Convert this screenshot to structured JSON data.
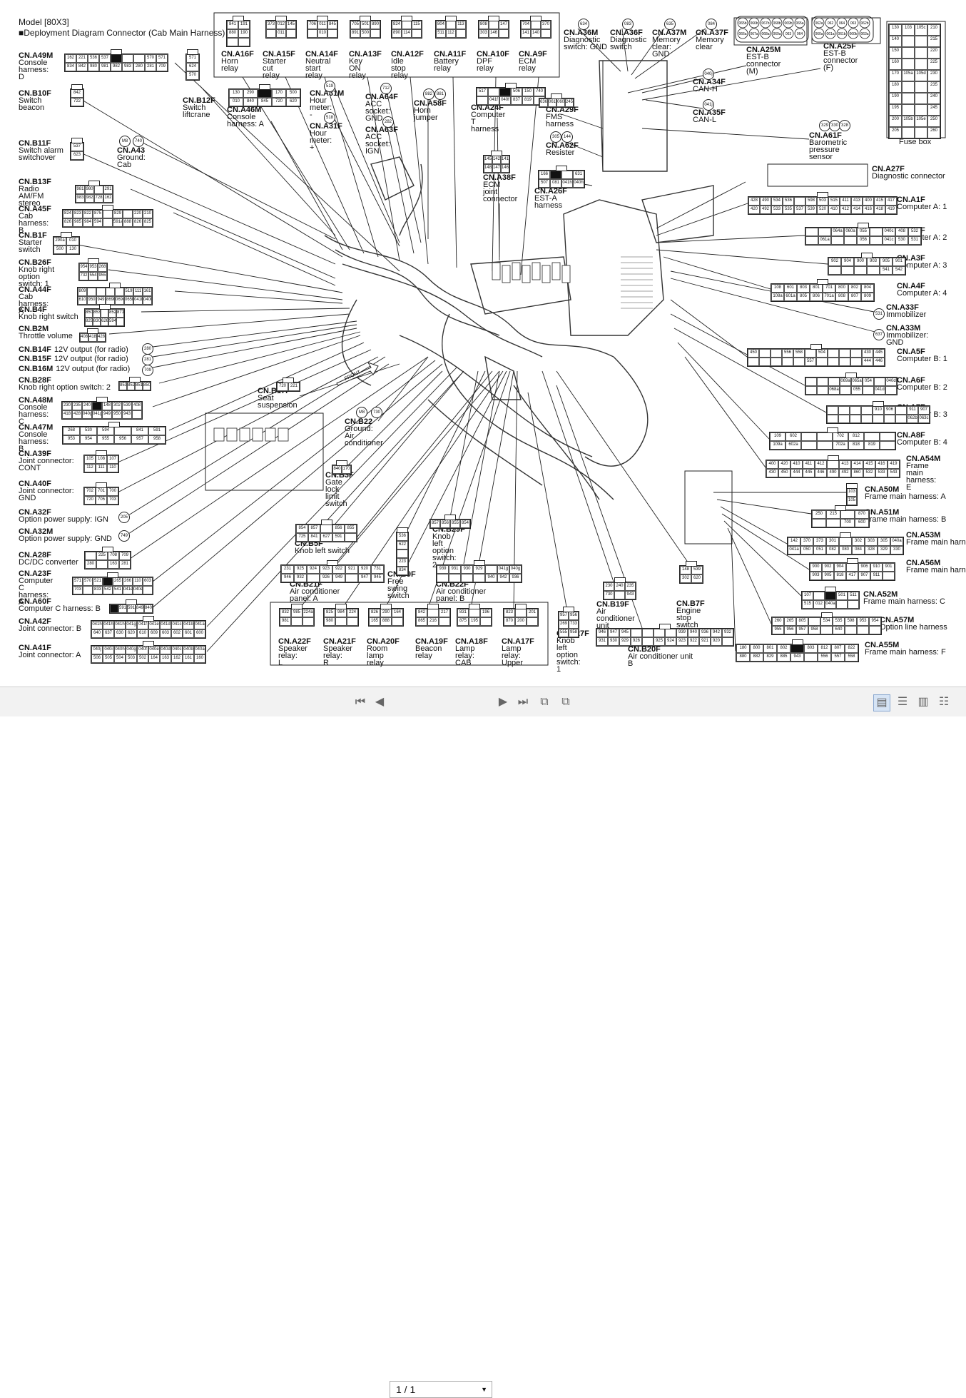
{
  "title": "Model [80X3]",
  "subtitle": "■Deployment Diagram Connector (Cab Main Harness)",
  "fuse_box_label": "Fuse box",
  "front_label": "FRONT",
  "pager": {
    "page": "1 / 1"
  },
  "connectors": [
    {
      "id": "CN.A49M",
      "desc": "Console harness: D"
    },
    {
      "id": "CN.B10F",
      "desc": "Switch beacon"
    },
    {
      "id": "CN.B11F",
      "desc": "Switch alarm switchover"
    },
    {
      "id": "CN.B13F",
      "desc": "Radio AM/FM stereo"
    },
    {
      "id": "CN.A45F",
      "desc": "Cab harness: B"
    },
    {
      "id": "CN.B1F",
      "desc": "Starter switch"
    },
    {
      "id": "CN.B26F",
      "desc": "Knob right option switch: 1"
    },
    {
      "id": "CN.A44F",
      "desc": "Cab harness: A"
    },
    {
      "id": "CN.B4F",
      "desc": "Knob right switch"
    },
    {
      "id": "CN.B2M",
      "desc": "Throttle volume"
    },
    {
      "id": "CN.B14F",
      "desc": "12V output (for radio)"
    },
    {
      "id": "CN.B15F",
      "desc": "12V output (for radio)"
    },
    {
      "id": "CN.B16M",
      "desc": "12V output (for radio)"
    },
    {
      "id": "CN.B28F",
      "desc": "Knob right option switch: 2"
    },
    {
      "id": "CN.A48M",
      "desc": "Console harness: C"
    },
    {
      "id": "CN.A47M",
      "desc": "Console harness: B"
    },
    {
      "id": "CN.A39F",
      "desc": "Joint connector: CONT"
    },
    {
      "id": "CN.A40F",
      "desc": "Joint connector: GND"
    },
    {
      "id": "CN.A32F",
      "desc": "Option power supply: IGN"
    },
    {
      "id": "CN.A32M",
      "desc": "Option power supply: GND"
    },
    {
      "id": "CN.A28F",
      "desc": "DC/DC converter"
    },
    {
      "id": "CN.A23F",
      "desc": "Computer C harness: A"
    },
    {
      "id": "CN.A60F",
      "desc": "Computer C harness: B"
    },
    {
      "id": "CN.A42F",
      "desc": "Joint connector: B"
    },
    {
      "id": "CN.A41F",
      "desc": "Joint connector: A"
    },
    {
      "id": "CN.B12F",
      "desc": "Switch liftcrane"
    },
    {
      "id": "CN.A43",
      "desc": "Ground: Cab"
    },
    {
      "id": "CN.A16F",
      "desc": "Horn relay"
    },
    {
      "id": "CN.A15F",
      "desc": "Starter cut relay"
    },
    {
      "id": "CN.A14F",
      "desc": "Neutral start relay"
    },
    {
      "id": "CN.A13F",
      "desc": "Key ON relay"
    },
    {
      "id": "CN.A12F",
      "desc": "Idle stop relay"
    },
    {
      "id": "CN.A11F",
      "desc": "Battery relay"
    },
    {
      "id": "CN.A10F",
      "desc": "DPF relay"
    },
    {
      "id": "CN.A9F",
      "desc": "ECM relay"
    },
    {
      "id": "CN.A46M",
      "desc": "Console harness: A"
    },
    {
      "id": "CN.A31M",
      "desc": "Hour meter: -"
    },
    {
      "id": "CN.A31F",
      "desc": "Hour meter: +"
    },
    {
      "id": "CN.A64F",
      "desc": "ACC socket: GND"
    },
    {
      "id": "CN.A63F",
      "desc": "ACC socket: IGN"
    },
    {
      "id": "CN.A58F",
      "desc": "Horn jumper"
    },
    {
      "id": "CN.A24F",
      "desc": "Computer T harness"
    },
    {
      "id": "CN.A38F",
      "desc": "ECM joint connector"
    },
    {
      "id": "CN.A36M",
      "desc": "Diagnostic switch: GND"
    },
    {
      "id": "CN.A36F",
      "desc": "Diagnostic switch"
    },
    {
      "id": "CN.A37M",
      "desc": "Memory clear: GND"
    },
    {
      "id": "CN.A37F",
      "desc": "Memory clear"
    },
    {
      "id": "CN.A29F",
      "desc": "FMS harness"
    },
    {
      "id": "CN.A62F",
      "desc": "Resister"
    },
    {
      "id": "CN.A26F",
      "desc": "EST-A harness"
    },
    {
      "id": "CN.A34F",
      "desc": "CAN-H"
    },
    {
      "id": "CN.A35F",
      "desc": "CAN-L"
    },
    {
      "id": "CN.A25M",
      "desc": "EST-B connector (M)"
    },
    {
      "id": "CN.A25F",
      "desc": "EST-B connector (F)"
    },
    {
      "id": "CN.A61F",
      "desc": "Barometric pressure sensor"
    },
    {
      "id": "CN.A27F",
      "desc": "Diagnostic connector"
    },
    {
      "id": "CN.A1F",
      "desc": "Computer A: 1"
    },
    {
      "id": "CN.A2F",
      "desc": "Computer A: 2"
    },
    {
      "id": "CN.A3F",
      "desc": "Computer A: 3"
    },
    {
      "id": "CN.A4F",
      "desc": "Computer A: 4"
    },
    {
      "id": "CN.A33F",
      "desc": "Immobilizer"
    },
    {
      "id": "CN.A33M",
      "desc": "Immobilizer: GND"
    },
    {
      "id": "CN.A5F",
      "desc": "Computer B: 1"
    },
    {
      "id": "CN.A6F",
      "desc": "Computer B: 2"
    },
    {
      "id": "CN.A7F",
      "desc": "Computer B: 3"
    },
    {
      "id": "CN.A8F",
      "desc": "Computer B: 4"
    },
    {
      "id": "CN.A54M",
      "desc": "Frame main harness: E"
    },
    {
      "id": "CN.A50M",
      "desc": "Frame main harness: A"
    },
    {
      "id": "CN.A51M",
      "desc": "Frame main harness: B"
    },
    {
      "id": "CN.A53M",
      "desc": "Frame main harness: D"
    },
    {
      "id": "CN.A56M",
      "desc": "Frame main harness: G"
    },
    {
      "id": "CN.A52M",
      "desc": "Frame main harness: C"
    },
    {
      "id": "CN.A57M",
      "desc": "Option line harness"
    },
    {
      "id": "CN.A55M",
      "desc": "Frame main harness: F"
    },
    {
      "id": "CN.B17F",
      "desc": "Seat suspension"
    },
    {
      "id": "CN.B22",
      "desc": "Ground: Air conditioner"
    },
    {
      "id": "CN.B3F",
      "desc": "Gate lock limit switch"
    },
    {
      "id": "CN.B5F",
      "desc": "Knob left switch"
    },
    {
      "id": "CN.B29F",
      "desc": "Knob left option switch: 2"
    },
    {
      "id": "CN.B9F",
      "desc": "Free swing switch"
    },
    {
      "id": "CN.B21F",
      "desc": "Air conditioner panel: A"
    },
    {
      "id": "CN.B22F",
      "desc": "Air conditioner panel: B"
    },
    {
      "id": "CN.B19F",
      "desc": "Air conditioner unit A"
    },
    {
      "id": "CN.B7F",
      "desc": "Engine stop switch"
    },
    {
      "id": "CN.B27F",
      "desc": "Knob left option switch: 1"
    },
    {
      "id": "CN.B20F",
      "desc": "Air conditioner unit B"
    },
    {
      "id": "CN.A22F",
      "desc": "Speaker relay: L"
    },
    {
      "id": "CN.A21F",
      "desc": "Speaker relay: R"
    },
    {
      "id": "CN.A20F",
      "desc": "Room lamp relay"
    },
    {
      "id": "CN.A19F",
      "desc": "Beacon relay"
    },
    {
      "id": "CN.A18F",
      "desc": "Lamp relay: CAB"
    },
    {
      "id": "CN.A17F",
      "desc": "Lamp relay: Upper"
    }
  ],
  "pins": {
    "A49M": [
      "162",
      "221",
      "536",
      "537",
      "",
      "",
      "",
      "570",
      "571",
      "834",
      "842",
      "980",
      "981",
      "982",
      "983",
      "280",
      "281",
      "709"
    ],
    "B10F": [
      "842",
      "722"
    ],
    "B11F": [
      "537",
      "623"
    ],
    "B13F": [
      "981",
      "980",
      "",
      "291",
      "983",
      "982",
      "728",
      "162"
    ],
    "A45F": [
      "824",
      "823",
      "822",
      "875",
      "",
      "829",
      "",
      "220",
      "210",
      "826",
      "985",
      "984",
      "594",
      "",
      "591a",
      "888",
      "826",
      "825"
    ],
    "B1F": [
      "290a",
      "010",
      "500",
      "130"
    ],
    "B26F": [
      "954",
      "953",
      "268",
      "732",
      "554",
      "955"
    ],
    "A44F": [
      "809",
      "",
      "",
      "",
      "",
      "519",
      "111",
      "161",
      "610",
      "950",
      "949",
      "869b",
      "069c",
      "065b",
      "041b",
      "040b"
    ],
    "B4F": [
      "850",
      "853",
      "",
      "852",
      "871",
      "825",
      "830",
      "626",
      "594"
    ],
    "B2M": [
      "408",
      "418",
      "428"
    ],
    "B28F": [
      "853",
      "852",
      "851",
      "850"
    ],
    "A48M": [
      "230",
      "235",
      "240",
      "",
      "148",
      "302",
      "539",
      "408",
      "418",
      "428",
      "040g",
      "041g",
      "949",
      "950",
      "943"
    ],
    "A47M": [
      "268",
      "530",
      "594",
      "",
      "841",
      "591",
      "953",
      "954",
      "955",
      "956",
      "957",
      "958"
    ],
    "A39F": [
      "105",
      "108",
      "107",
      "112",
      "111",
      "110"
    ],
    "A40F": [
      "702",
      "701",
      "700",
      "720",
      "705",
      "703"
    ],
    "A28F": [
      "",
      "225",
      "708",
      "709",
      "280",
      "",
      "163",
      "281"
    ],
    "A23F": [
      "571",
      "570",
      "521",
      "",
      "265",
      "266",
      "110",
      "603",
      "703",
      "",
      "833",
      "542",
      "541",
      "041e",
      "040e"
    ],
    "A60F": [
      "",
      "591a",
      "591",
      "849a",
      "840"
    ],
    "A42F": [
      "041h",
      "041h",
      "041h",
      "041g",
      "041f",
      "041e",
      "041d",
      "041c",
      "041b",
      "041a",
      "640",
      "637",
      "630",
      "620",
      "610",
      "609",
      "603",
      "602",
      "601",
      "600"
    ],
    "A41F": [
      "040j",
      "040i",
      "040h",
      "040g",
      "040f",
      "040e",
      "040d",
      "040c",
      "040b",
      "040a",
      "506",
      "505",
      "504",
      "503",
      "502",
      "164",
      "163",
      "162",
      "161",
      "160"
    ],
    "B12F": [
      "571",
      "624",
      "570"
    ],
    "A16F": [
      "841",
      "191",
      "880",
      "190"
    ],
    "A15F": [
      "373",
      "012",
      "145",
      "",
      "011",
      ""
    ],
    "A14F": [
      "706",
      "011",
      "845",
      "",
      "010",
      ""
    ],
    "A13F": [
      "705",
      "501",
      "890",
      "891",
      "500",
      ""
    ],
    "A12F": [
      "824",
      "",
      "115",
      "890",
      "114",
      ""
    ],
    "A11F": [
      "804",
      "",
      "113",
      "511",
      "112",
      ""
    ],
    "A10F": [
      "808",
      "",
      "147",
      "303",
      "146",
      ""
    ],
    "A9F": [
      "704",
      "",
      "370",
      "141",
      "140",
      ""
    ],
    "A46M": [
      "130",
      "290",
      "",
      "170",
      "500",
      "010",
      "840",
      "845",
      "720",
      "620"
    ],
    "A24F": [
      "517",
      "",
      "",
      "506",
      "150",
      "740",
      "",
      "041f",
      "040f",
      "837",
      "819"
    ],
    "A38F": [
      "145",
      "142",
      "141",
      "148",
      "147",
      "146"
    ],
    "A29F": [
      "636",
      "061b",
      "060b",
      "245"
    ],
    "A26F": [
      "166",
      "",
      "",
      "631",
      "507",
      "081",
      "041h",
      "040h"
    ],
    "A1F": [
      "428",
      "490",
      "534",
      "536",
      "",
      "598",
      "503",
      "515",
      "411",
      "413",
      "400",
      "415",
      "417",
      "420",
      "492",
      "533",
      "535",
      "537",
      "539",
      "520",
      "410",
      "412",
      "414",
      "416",
      "418",
      "419"
    ],
    "A2F": [
      "",
      "",
      "064a",
      "060a",
      "055",
      "",
      "040c",
      "408",
      "532",
      "",
      "061a",
      "",
      "",
      "056",
      "",
      "041c",
      "530",
      "531"
    ],
    "A3F": [
      "902",
      "904",
      "900",
      "903",
      "905",
      "901",
      "",
      "",
      "",
      "",
      "541",
      "542",
      "062",
      "062a"
    ],
    "A4F": [
      "108",
      "601",
      "803",
      "801",
      "701",
      "800",
      "802",
      "804",
      "108a",
      "601a",
      "805",
      "806",
      "701a",
      "808",
      "807",
      "809"
    ],
    "A5F": [
      "450",
      "",
      "",
      "556",
      "558",
      "",
      "504",
      "",
      "",
      "",
      "430",
      "445",
      "",
      "",
      "",
      "",
      "",
      "557",
      "",
      "",
      "",
      "",
      "444",
      "446"
    ],
    "A6F": [
      "",
      "",
      "",
      "069a",
      "065a",
      "054",
      "",
      "040d",
      "",
      "",
      "068a",
      "",
      "055",
      "",
      "041d",
      ""
    ],
    "A7F": [
      "",
      "",
      "",
      "",
      "910",
      "906",
      "",
      "911",
      "907",
      "",
      "",
      "",
      "",
      "",
      "",
      "",
      "062b",
      "063c"
    ],
    "A8F": [
      "109",
      "602",
      "",
      "",
      "702",
      "812",
      "",
      "",
      "109a",
      "602a",
      "",
      "",
      "702a",
      "818",
      "819",
      ""
    ],
    "A54M": [
      "400",
      "420",
      "410",
      "411",
      "412",
      "",
      "413",
      "414",
      "415",
      "416",
      "419",
      "430",
      "450",
      "444",
      "445",
      "446",
      "490",
      "492",
      "860",
      "532",
      "533",
      "543"
    ],
    "A50M": [
      "103",
      "105"
    ],
    "A51M": [
      "250",
      "215",
      "",
      "870",
      "",
      "",
      "700",
      "600"
    ],
    "A53M": [
      "142",
      "370",
      "373",
      "301",
      "",
      "302",
      "303",
      "305",
      "040a",
      "041a",
      "050",
      "051",
      "082",
      "080",
      "084",
      "328",
      "329",
      "330"
    ],
    "A56M": [
      "900",
      "902",
      "904",
      "",
      "906",
      "910",
      "901",
      "903",
      "905",
      "818",
      "417",
      "907",
      "911"
    ],
    "A52M": [
      "107",
      "",
      "",
      "501",
      "511",
      "515",
      "012",
      "040a",
      ""
    ],
    "A57M": [
      "260",
      "265",
      "805",
      "",
      "534",
      "535",
      "598",
      "953",
      "954",
      "955",
      "956",
      "957",
      "958",
      "",
      "640"
    ],
    "A55M": [
      "180",
      "800",
      "801",
      "802",
      "",
      "803",
      "812",
      "807",
      "822",
      "880",
      "882",
      "829",
      "885",
      "943",
      "",
      "556",
      "557",
      "558"
    ],
    "B17F": [
      "720",
      "221"
    ],
    "B3F": [
      "840",
      "170"
    ],
    "B5F": [
      "854",
      "857",
      "",
      "856",
      "855",
      "725",
      "841",
      "627",
      "591"
    ],
    "B29F": [
      "857",
      "856",
      "855",
      "854"
    ],
    "B9F": [
      "536",
      "622",
      "",
      "223",
      "834"
    ],
    "B21F": [
      "231",
      "925",
      "924",
      "923",
      "922",
      "921",
      "920",
      "731",
      "946",
      "932",
      "",
      "926",
      "949",
      "",
      "947",
      "945"
    ],
    "B22F": [
      "939",
      "931",
      "930",
      "929",
      "",
      "041g",
      "040g",
      "",
      "",
      "",
      "",
      "940",
      "942",
      "936"
    ],
    "B19F": [
      "230",
      "240",
      "235",
      "730",
      "",
      "943"
    ],
    "B7F": [
      "148",
      "539",
      "302",
      "620"
    ],
    "B27F": [
      "957",
      "956",
      "269",
      "733",
      "555",
      "958"
    ],
    "B20F": [
      "946",
      "947",
      "945",
      "",
      "",
      "",
      "",
      "939",
      "940",
      "936",
      "942",
      "932",
      "931",
      "930",
      "929",
      "926",
      "",
      "925",
      "924",
      "923",
      "922",
      "921",
      "920"
    ],
    "A22F": [
      "832",
      "985",
      "224a",
      "981"
    ],
    "A21F": [
      "825",
      "984",
      "224",
      "980"
    ],
    "A20F": [
      "826",
      "290",
      "164",
      "165",
      "888"
    ],
    "A19F": [
      "842",
      "",
      "217",
      "865",
      "216"
    ],
    "A18F": [
      "831",
      "",
      "196",
      "875",
      "195"
    ],
    "A17F": [
      "823",
      "",
      "201",
      "870",
      "200"
    ],
    "fuse": [
      "130",
      "103",
      "105c",
      "210",
      "140",
      "",
      "",
      "215",
      "150",
      "",
      "",
      "220",
      "160",
      "",
      "",
      "225",
      "170",
      "105a",
      "105d",
      "230",
      "180",
      "",
      "",
      "235",
      "190",
      "",
      "",
      "240",
      "195",
      "",
      "",
      "245",
      "200",
      "105b",
      "105e",
      "250",
      "205",
      "",
      "",
      "260"
    ]
  },
  "circles": {
    "A43": [
      "M8",
      "740"
    ],
    "A31M": [
      "519"
    ],
    "A31F": [
      "518"
    ],
    "A64F": [
      "712"
    ],
    "A63F": [
      "282"
    ],
    "A58F": [
      "882",
      "881"
    ],
    "A36M": [
      "634"
    ],
    "A36F": [
      "083"
    ],
    "A37M": [
      "635"
    ],
    "A37F": [
      "084"
    ],
    "A34F": [
      "040j"
    ],
    "A35F": [
      "041j"
    ],
    "A62F": [
      "305",
      "144"
    ],
    "A61F": [
      "329",
      "330",
      "328"
    ],
    "A33F": [
      "531"
    ],
    "A33M": [
      "637"
    ],
    "B14F": [
      "280"
    ],
    "B15F": [
      "281"
    ],
    "B16M": [
      "709"
    ],
    "A32F": [
      "205"
    ],
    "A32M": [
      "749"
    ],
    "B22": [
      "M8",
      "730"
    ],
    "A25M": [
      "065b",
      "066b",
      "067b",
      "068b",
      "069b",
      "065a",
      "066a",
      "067a",
      "068a",
      "069a",
      "063",
      "064"
    ],
    "A25F": [
      "062a",
      "062",
      "064",
      "063",
      "062b",
      "060a",
      "061a",
      "061b",
      "060b",
      "063a"
    ]
  }
}
